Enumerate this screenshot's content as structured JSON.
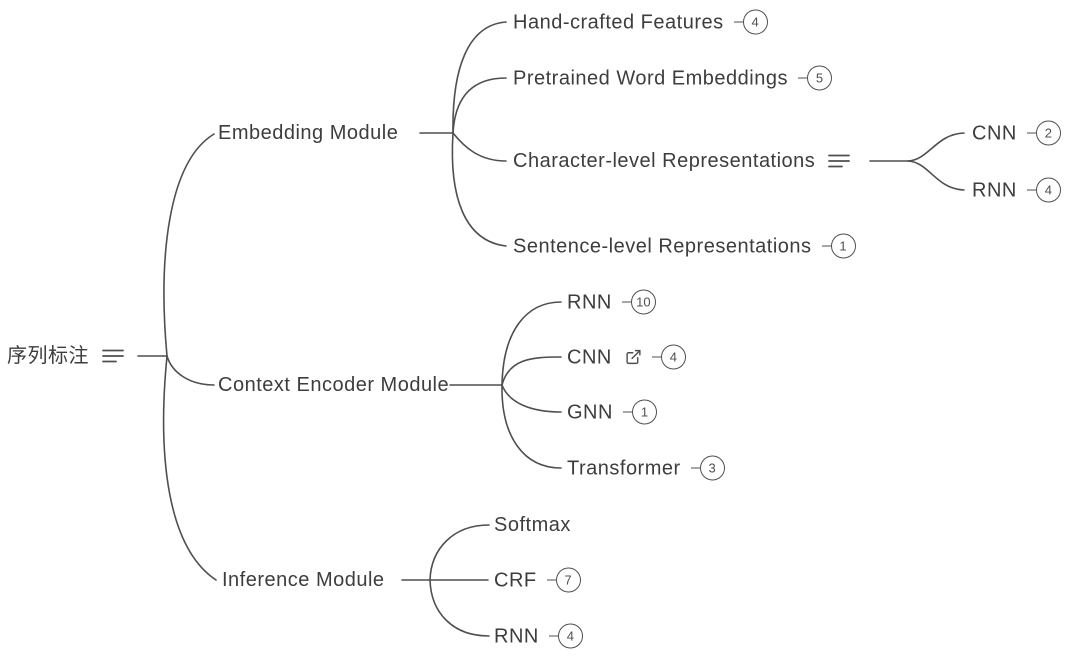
{
  "colors": {
    "background": "#ffffff",
    "text": "#3d3d3d",
    "line": "#4f4f4f"
  },
  "root": {
    "label": "序列标注",
    "icon": "notes-icon"
  },
  "branches": {
    "embedding": {
      "label": "Embedding Module",
      "children": {
        "hand_crafted": {
          "label": "Hand-crafted Features",
          "count": "4"
        },
        "pretrained": {
          "label": "Pretrained Word Embeddings",
          "count": "5"
        },
        "char_level": {
          "label": "Character-level Representations",
          "icon": "notes-icon",
          "children": {
            "cnn": {
              "label": "CNN",
              "count": "2"
            },
            "rnn": {
              "label": "RNN",
              "count": "4"
            }
          }
        },
        "sentence_level": {
          "label": "Sentence-level Representations",
          "count": "1"
        }
      }
    },
    "context_encoder": {
      "label": "Context Encoder Module",
      "children": {
        "rnn": {
          "label": "RNN",
          "count": "10"
        },
        "cnn": {
          "label": "CNN",
          "count": "4",
          "icon": "external-link-icon"
        },
        "gnn": {
          "label": "GNN",
          "count": "1"
        },
        "transformer": {
          "label": "Transformer",
          "count": "3"
        }
      }
    },
    "inference": {
      "label": "Inference Module",
      "children": {
        "softmax": {
          "label": "Softmax"
        },
        "crf": {
          "label": "CRF",
          "count": "7"
        },
        "rnn": {
          "label": "RNN",
          "count": "4"
        }
      }
    }
  }
}
